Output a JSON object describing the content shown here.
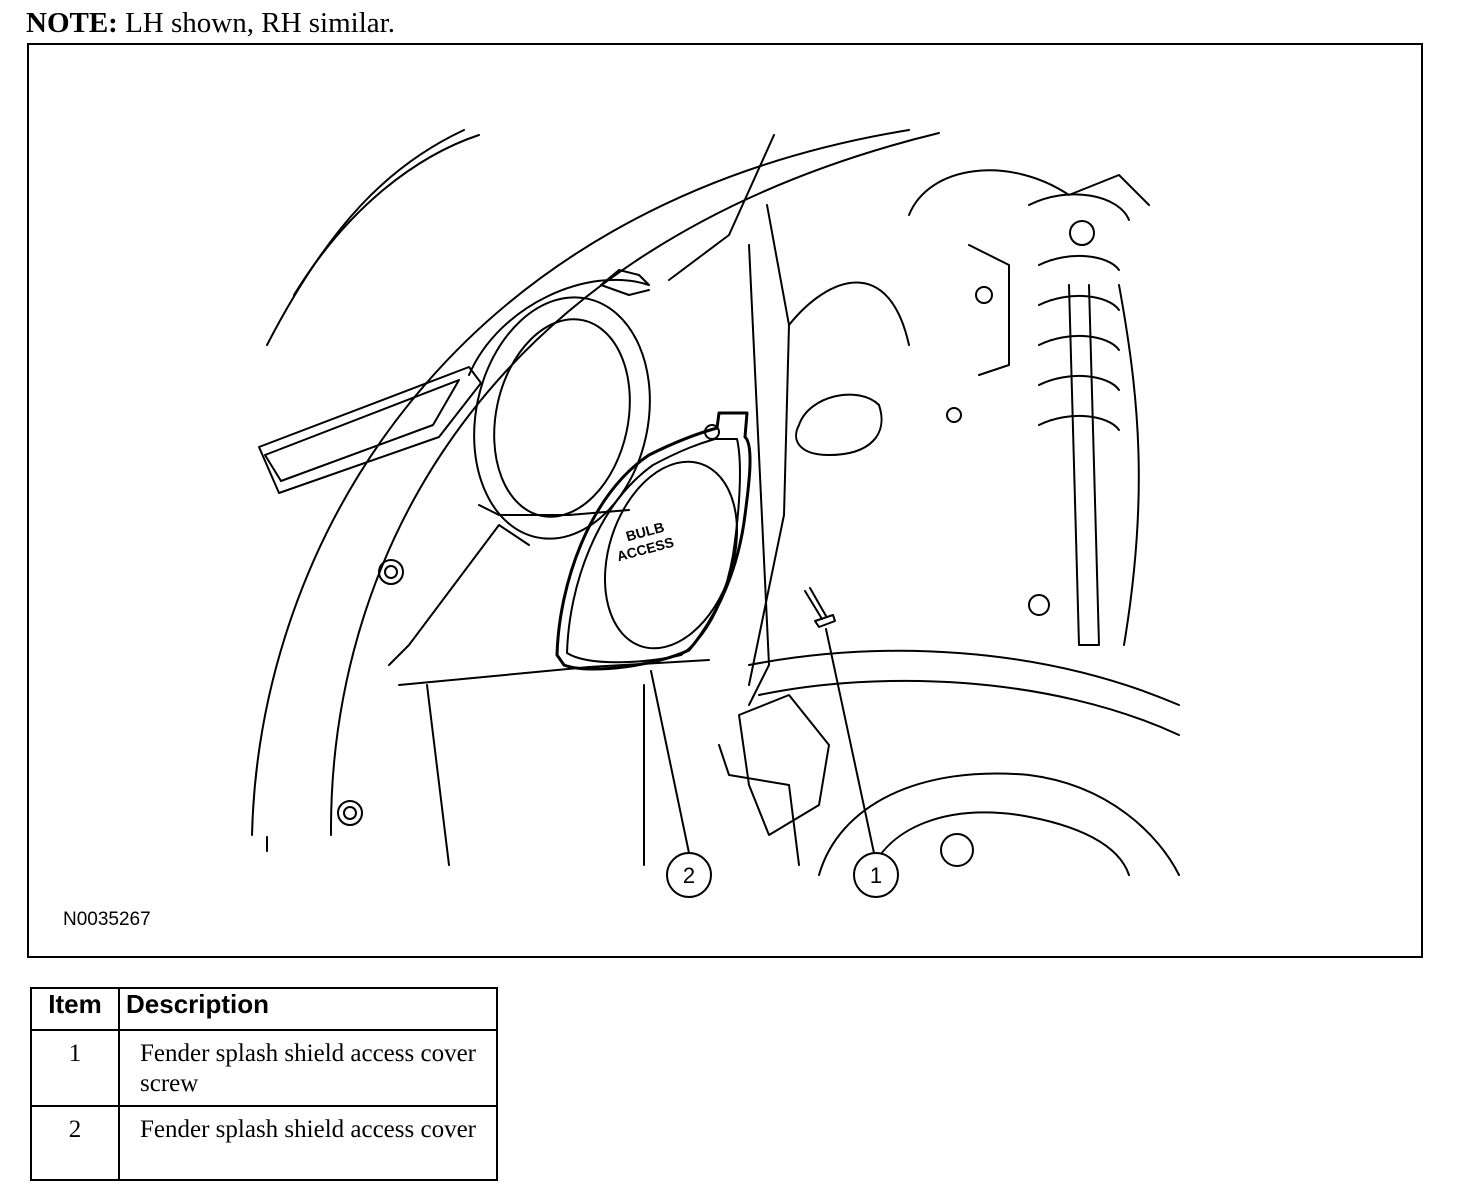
{
  "note": {
    "label": "NOTE:",
    "text": "LH shown, RH similar."
  },
  "figure": {
    "id": "N0035267",
    "bulb_access_text": [
      "BULB",
      "ACCESS"
    ],
    "callouts": [
      "2",
      "1"
    ]
  },
  "legend": {
    "headers": {
      "item": "Item",
      "description": "Description"
    },
    "rows": [
      {
        "item": "1",
        "description": "Fender splash shield access cover screw"
      },
      {
        "item": "2",
        "description": "Fender splash shield access cover"
      }
    ]
  }
}
